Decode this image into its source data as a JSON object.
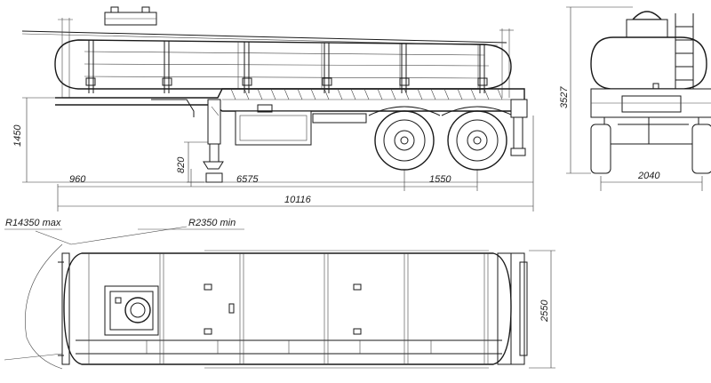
{
  "drawing": {
    "side_view": {
      "dims": {
        "overall_length": "10116",
        "king_pin_to_axle": "6575",
        "front_overhang": "960",
        "axle_spread": "1550",
        "coupling_height": "1450",
        "support_height": "820"
      }
    },
    "rear_view": {
      "dims": {
        "overall_height": "3527",
        "track_width": "2040"
      }
    },
    "top_view": {
      "dims": {
        "turning_radius_max": "R14350 max",
        "turning_radius_min": "R2350 min",
        "overall_width": "2550"
      }
    }
  }
}
